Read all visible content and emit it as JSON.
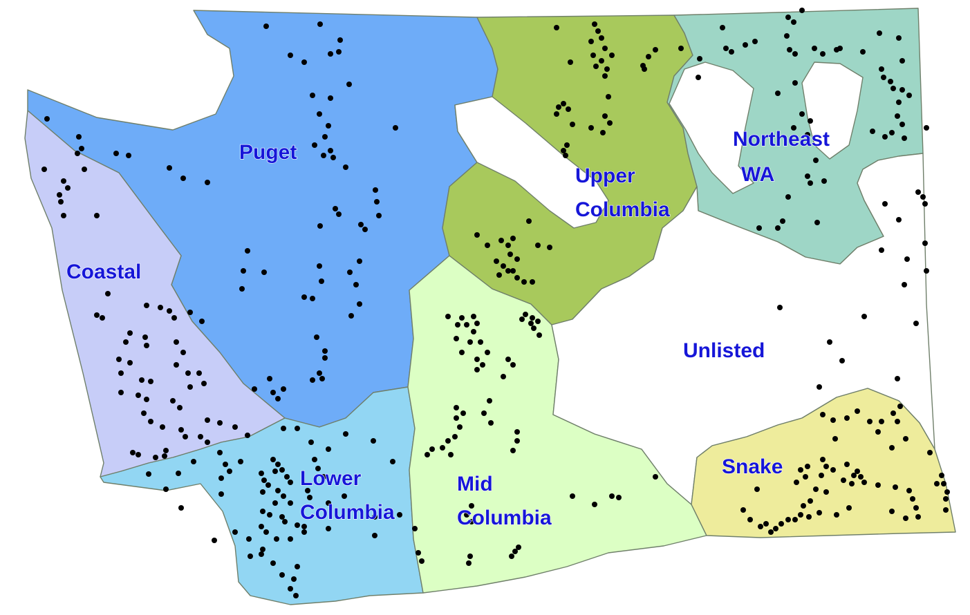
{
  "map": {
    "regions": [
      {
        "id": "puget",
        "label_lines": [
          "Puget"
        ],
        "color": "#6eacf8"
      },
      {
        "id": "coastal",
        "label_lines": [
          "Coastal"
        ],
        "color": "#c7cdf8"
      },
      {
        "id": "lower-columbia",
        "label_lines": [
          "Lower",
          "Columbia"
        ],
        "color": "#92d6f3"
      },
      {
        "id": "mid-columbia",
        "label_lines": [
          "Mid",
          "Columbia"
        ],
        "color": "#dcffc4"
      },
      {
        "id": "upper-columbia",
        "label_lines": [
          "Upper",
          "Columbia"
        ],
        "color": "#a8c95c"
      },
      {
        "id": "northeast-wa",
        "label_lines": [
          "Northeast",
          "WA"
        ],
        "color": "#9ed6c6"
      },
      {
        "id": "unlisted",
        "label_lines": [
          "Unlisted"
        ],
        "color": "#ffffff"
      },
      {
        "id": "snake",
        "label_lines": [
          "Snake"
        ],
        "color": "#eeec9c"
      }
    ],
    "label_color": "#1616d8",
    "site_marker_color": "#000000",
    "border_color": "#6f7f6a"
  }
}
